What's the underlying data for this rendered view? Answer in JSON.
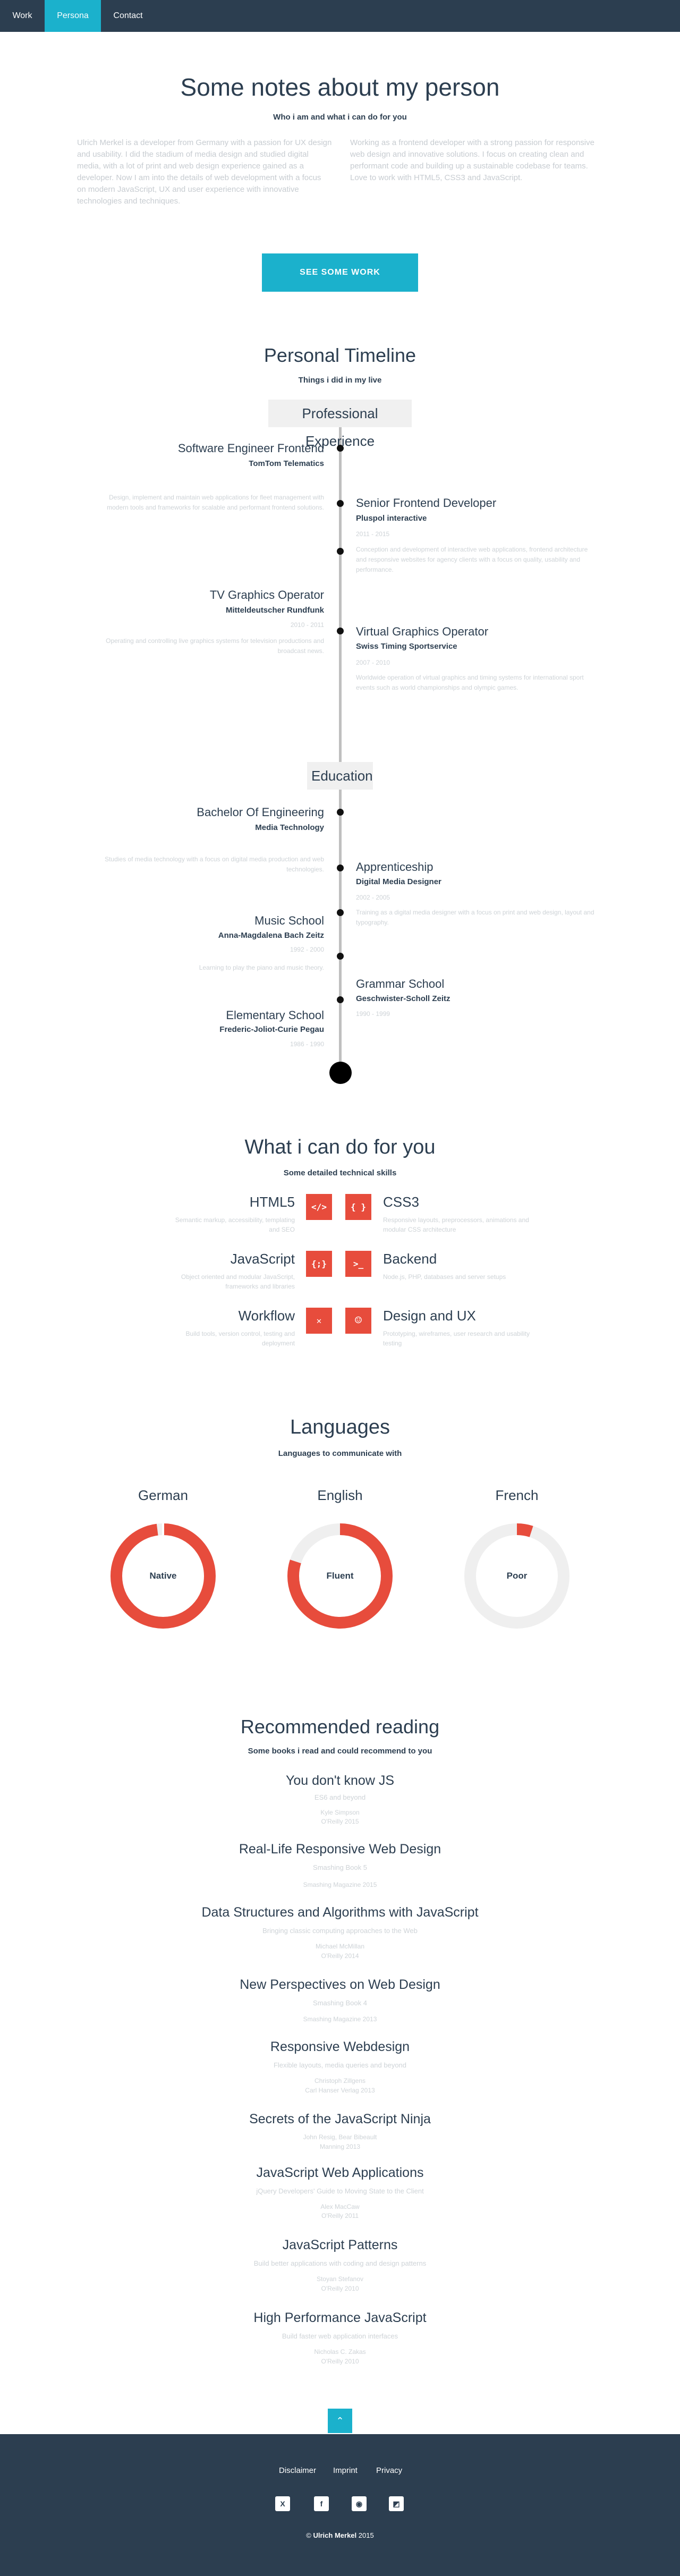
{
  "nav": {
    "items": [
      {
        "label": "Work"
      },
      {
        "label": "Persona"
      },
      {
        "label": "Contact"
      }
    ]
  },
  "about": {
    "title": "Some notes about my person",
    "subtitle": "Who i am and what i can do for you",
    "col1": "Ulrich Merkel is a developer from Germany with a passion for UX design and usability. I did the stadium of media design and studied digital media, with a lot of print and web design experience gained as a developer. Now I am into the details of web development with a focus on modern JavaScript, UX and user experience with innovative technologies and techniques.",
    "col2": "Working as a frontend developer with a strong passion for responsive web design and innovative solutions. I focus on creating clean and performant code and building up a sustainable codebase for teams. Love to work with HTML5, CSS3 and JavaScript.",
    "button": "SEE SOME WORK"
  },
  "timeline": {
    "title": "Personal Timeline",
    "subtitle": "Things i did in my live",
    "pro_caption": "Professional Experience",
    "edu_caption": "Education",
    "pro": [
      {
        "title": "Software Engineer Frontend",
        "org": "TomTom Telematics",
        "date": "",
        "desc": "Design, implement and maintain web applications for fleet management with modern tools and frameworks for scalable and performant frontend solutions."
      },
      {
        "title": "Senior Frontend Developer",
        "org": "Pluspol interactive",
        "date": "2011 - 2015",
        "desc": "Conception and development of interactive web applications, frontend architecture and responsive websites for agency clients with a focus on quality, usability and performance."
      },
      {
        "title": "TV Graphics Operator",
        "org": "Mitteldeutscher Rundfunk",
        "date": "2010 - 2011",
        "desc": "Operating and controlling live graphics systems for television productions and broadcast news."
      },
      {
        "title": "Virtual Graphics Operator",
        "org": "Swiss Timing Sportservice",
        "date": "2007 - 2010",
        "desc": "Worldwide operation of virtual graphics and timing systems for international sport events such as world championships and olympic games."
      }
    ],
    "edu": [
      {
        "title": "Bachelor Of Engineering",
        "org": "Media Technology",
        "date": "",
        "desc": "Studies of media technology with a focus on digital media production and web technologies."
      },
      {
        "title": "Apprenticeship",
        "org": "Digital Media Designer",
        "date": "2002 - 2005",
        "desc": "Training as a digital media designer with a focus on print and web design, layout and typography."
      },
      {
        "title": "Music School",
        "org": "Anna-Magdalena Bach Zeitz",
        "date": "1992 - 2000",
        "desc": "Learning to play the piano and music theory."
      },
      {
        "title": "Grammar School",
        "org": "Geschwister-Scholl Zeitz",
        "date": "1990 - 1999",
        "desc": ""
      },
      {
        "title": "Elementary School",
        "org": "Frederic-Joliot-Curie Pegau",
        "date": "1986 - 1990",
        "desc": ""
      }
    ]
  },
  "skills": {
    "title": "What i can do for you",
    "subtitle": "Some detailed technical skills",
    "items": [
      {
        "name": "HTML5",
        "icon": "code-icon",
        "glyph": "</>",
        "desc": "Semantic markup, accessibility, templating and SEO"
      },
      {
        "name": "CSS3",
        "icon": "braces-icon",
        "glyph": "{ }",
        "desc": "Responsive layouts, preprocessors, animations and modular CSS architecture"
      },
      {
        "name": "JavaScript",
        "icon": "js-braces-icon",
        "glyph": "{;}",
        "desc": "Object oriented and modular JavaScript, frameworks and libraries"
      },
      {
        "name": "Backend",
        "icon": "terminal-icon",
        "glyph": ">_",
        "desc": "Node.js, PHP, databases and server setups"
      },
      {
        "name": "Workflow",
        "icon": "tools-icon",
        "glyph": "✕",
        "desc": "Build tools, version control, testing and deployment"
      },
      {
        "name": "Design and UX",
        "icon": "smiley-icon",
        "glyph": "☺",
        "desc": "Prototyping, wireframes, user research and usability testing"
      }
    ]
  },
  "languages": {
    "title": "Languages",
    "subtitle": "Languages to communicate with",
    "accent": "#e74c3c",
    "track": "#efefef",
    "items": [
      {
        "name": "German",
        "level": "Native",
        "fraction": 0.98
      },
      {
        "name": "English",
        "level": "Fluent",
        "fraction": 0.8
      },
      {
        "name": "French",
        "level": "Poor",
        "fraction": 0.05
      }
    ]
  },
  "reading": {
    "title": "Recommended reading",
    "subtitle": "Some books i read and could recommend to you",
    "books": [
      {
        "title": "You don't know JS",
        "sub": "ES6 and beyond",
        "meta": [
          "Kyle Simpson",
          "O'Reilly 2015"
        ]
      },
      {
        "title": "Real-Life Responsive Web Design",
        "sub": "Smashing Book 5",
        "meta": [
          "Smashing Magazine 2015"
        ]
      },
      {
        "title": "Data Structures and Algorithms with JavaScript",
        "sub": "Bringing classic computing approaches to the Web",
        "meta": [
          "Michael McMillan",
          "O'Reilly 2014"
        ]
      },
      {
        "title": "New Perspectives on Web Design",
        "sub": "Smashing Book 4",
        "meta": [
          "Smashing Magazine 2013"
        ]
      },
      {
        "title": "Responsive Webdesign",
        "sub": "Flexible layouts, media queries and beyond",
        "meta": [
          "Christoph Zillgens",
          "Carl Hanser Verlag 2013"
        ]
      },
      {
        "title": "Secrets of the JavaScript Ninja",
        "sub": "",
        "meta": [
          "John Resig, Bear Bibeault",
          "Manning 2013"
        ]
      },
      {
        "title": "JavaScript Web Applications",
        "sub": "jQuery Developers' Guide to Moving State to the Client",
        "meta": [
          "Alex MacCaw",
          "O'Reilly 2011"
        ]
      },
      {
        "title": "JavaScript Patterns",
        "sub": "Build better applications with coding and design patterns",
        "meta": [
          "Stoyan Stefanov",
          "O'Reilly 2010"
        ]
      },
      {
        "title": "High Performance JavaScript",
        "sub": "Build faster web application interfaces",
        "meta": [
          "Nicholas C. Zakas",
          "O'Reilly 2010"
        ]
      }
    ]
  },
  "totop": {
    "icon": "chevron-up-icon",
    "glyph": "⌃"
  },
  "footer": {
    "links": [
      "Disclaimer",
      "Imprint",
      "Privacy"
    ],
    "icons": [
      {
        "name": "xing-icon",
        "glyph": "X"
      },
      {
        "name": "facebook-icon",
        "glyph": "f"
      },
      {
        "name": "github-icon",
        "glyph": "◉"
      },
      {
        "name": "delicious-icon",
        "glyph": "◩"
      }
    ],
    "copy_name": "Ulrich Merkel",
    "copy_year": "2015",
    "copy_symbol": "©"
  }
}
